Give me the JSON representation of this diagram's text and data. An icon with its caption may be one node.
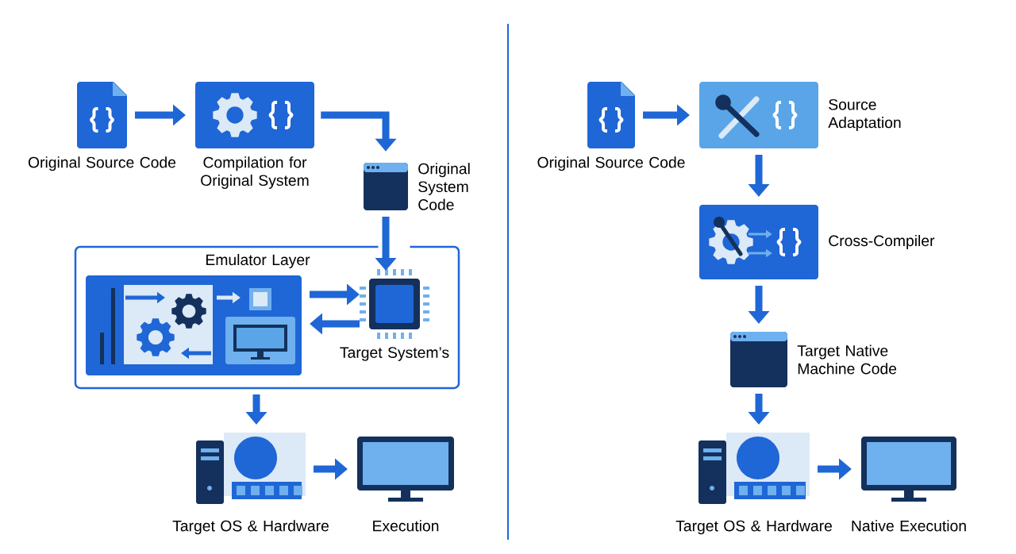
{
  "diagram": {
    "nodes": [
      {
        "text": [
          "Original Source Code"
        ]
      },
      {
        "text": [
          "Compilation for Original System"
        ]
      },
      {
        "text": [
          "Original System Code"
        ]
      },
      {
        "text": [
          "Emulator Layer"
        ]
      },
      {
        "text": [],
        "shape": "picture",
        "in": 3
      },
      {
        "text": [
          "Target System’s"
        ],
        "in": 3
      },
      {
        "text": [
          "Target OS & Hardware"
        ]
      },
      {
        "text": [
          "Execution"
        ]
      },
      {
        "text": [
          "Original Source Code"
        ]
      },
      {
        "text": [
          "Source Adaptation"
        ]
      },
      {
        "text": [
          "Cross-Compiler"
        ]
      },
      {
        "text": [
          "Target Native Machine Code"
        ]
      },
      {
        "text": [
          "Target OS & Hardware"
        ]
      },
      {
        "text": [
          "Native Execution"
        ]
      }
    ],
    "edges": [
      {
        "from": 0,
        "to": 1,
        "arrow": "to"
      },
      {
        "from": 1,
        "to": 2,
        "arrow": "to"
      },
      {
        "from": 2,
        "to": 5,
        "arrow": "to"
      },
      {
        "from": 4,
        "to": 5,
        "arrow": "to"
      },
      {
        "from": 5,
        "to": 4,
        "arrow": "to"
      },
      {
        "from": 3,
        "to": 6,
        "arrow": "to"
      },
      {
        "from": 6,
        "to": 7,
        "arrow": "to"
      },
      {
        "from": 8,
        "to": 9,
        "arrow": "to"
      },
      {
        "from": 9,
        "to": 10,
        "arrow": "to"
      },
      {
        "from": 10,
        "to": 11,
        "arrow": "to"
      },
      {
        "from": 11,
        "to": 12,
        "arrow": "to"
      },
      {
        "from": 12,
        "to": 13,
        "arrow": "to"
      }
    ]
  }
}
